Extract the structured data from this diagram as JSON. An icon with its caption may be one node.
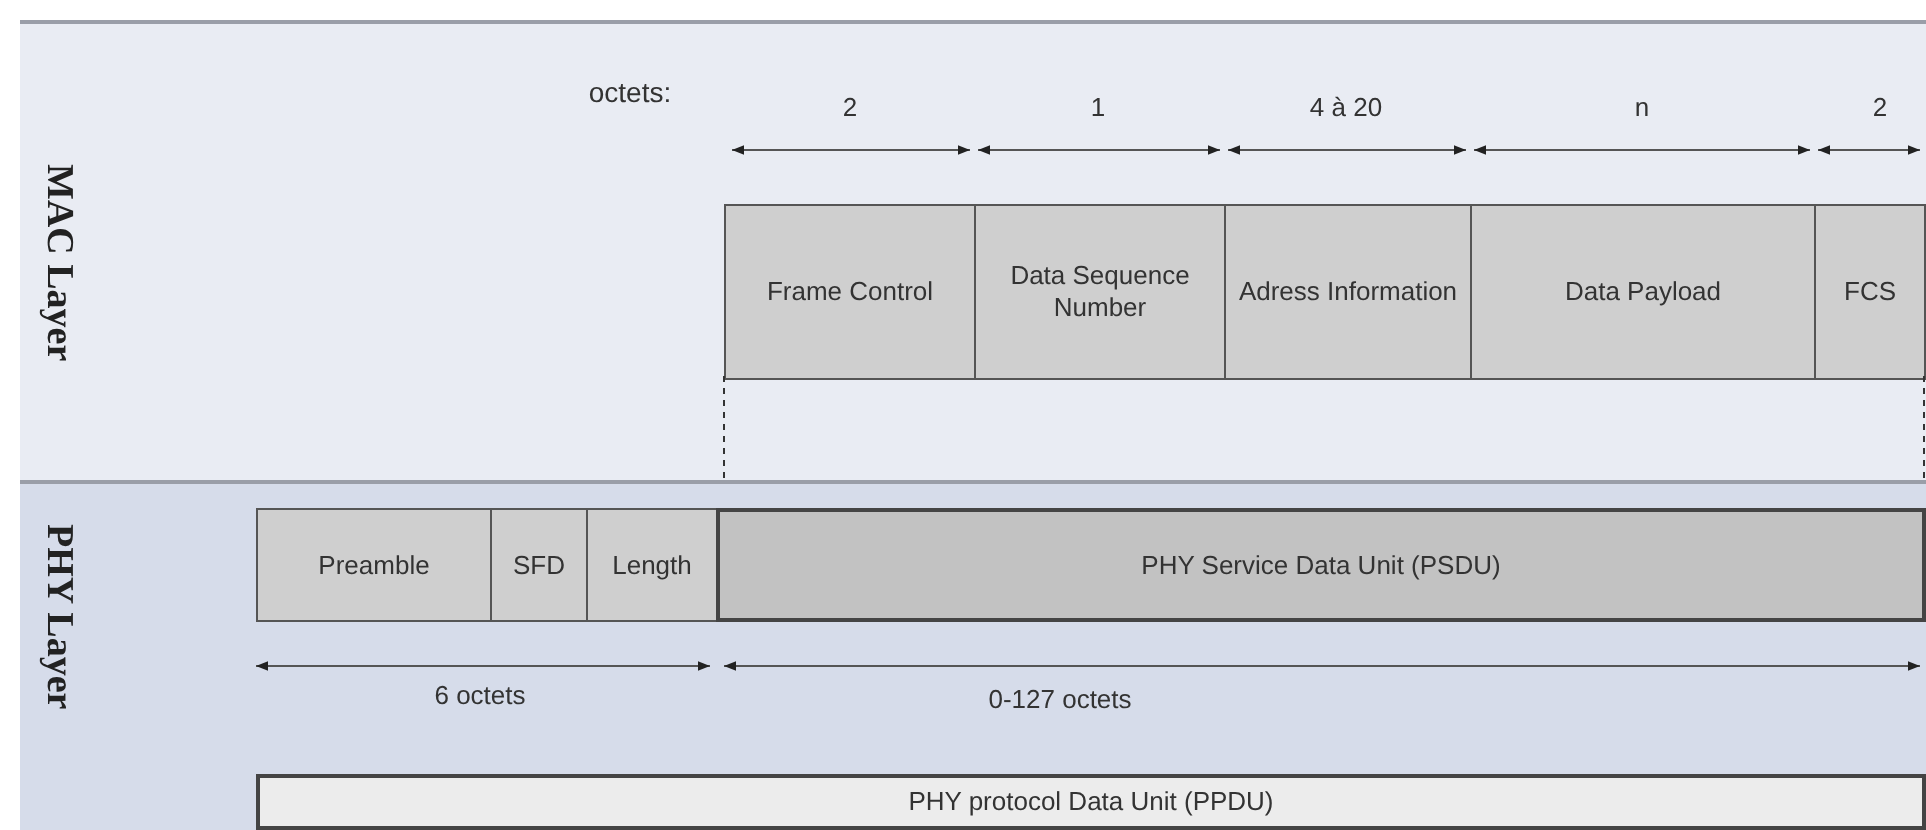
{
  "diagram": {
    "nodes": [
      {
        "text": [
          "MAC Layer"
        ]
      },
      {
        "text": [
          "Frame Control"
        ],
        "in": 0
      },
      {
        "text": [
          "Data Sequence Number"
        ],
        "in": 0
      },
      {
        "text": [
          "Adress Information"
        ],
        "in": 0
      },
      {
        "text": [
          "Data Payload"
        ],
        "in": 0
      },
      {
        "text": [
          "FCS"
        ],
        "in": 0
      },
      {
        "text": [
          "PHY Layer"
        ]
      },
      {
        "text": [
          "Preamble"
        ],
        "in": 6
      },
      {
        "text": [
          "SFD"
        ],
        "in": 6
      },
      {
        "text": [
          "Length"
        ],
        "in": 6
      },
      {
        "text": [
          "PHY Service Data Unit (PSDU)"
        ],
        "in": 6
      },
      {
        "text": [
          "PHY protocol Data Unit (PPDU)"
        ],
        "in": 6
      }
    ],
    "edges": [
      {
        "from": 1,
        "to": 6,
        "arrow": "none",
        "style": "dashed"
      },
      {
        "from": 5,
        "to": 6,
        "arrow": "none",
        "style": "dashed"
      }
    ],
    "labels": [
      "octets:",
      "2",
      "1",
      "4 à 20",
      "n",
      "2",
      "6 octets",
      "0-127 octets"
    ]
  }
}
